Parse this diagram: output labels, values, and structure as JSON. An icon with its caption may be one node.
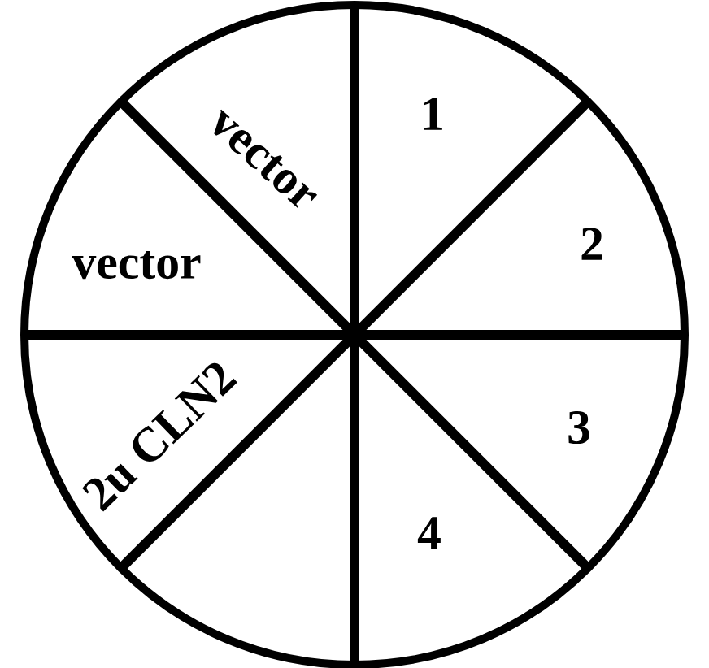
{
  "diagram": {
    "labels": [
      "vector",
      "1",
      "vector",
      "2",
      "2u CLN2",
      "3",
      "4"
    ]
  }
}
